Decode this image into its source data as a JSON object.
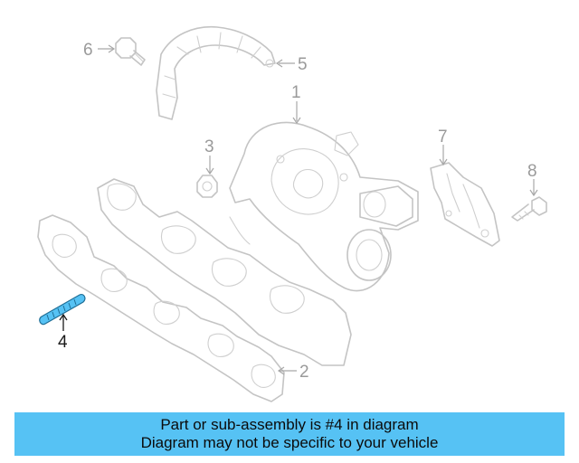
{
  "callouts": [
    {
      "id": "1",
      "label": "1"
    },
    {
      "id": "2",
      "label": "2"
    },
    {
      "id": "3",
      "label": "3"
    },
    {
      "id": "4",
      "label": "4"
    },
    {
      "id": "5",
      "label": "5"
    },
    {
      "id": "6",
      "label": "6"
    },
    {
      "id": "7",
      "label": "7"
    },
    {
      "id": "8",
      "label": "8"
    }
  ],
  "highlight_part": "4",
  "colors": {
    "highlight": "#56c2f4",
    "banner": "#56c2f4",
    "line_art": "#c4c4c4"
  },
  "banner": {
    "line1": "Part or sub-assembly is #4 in diagram",
    "line2": "Diagram may not be specific to your vehicle"
  }
}
